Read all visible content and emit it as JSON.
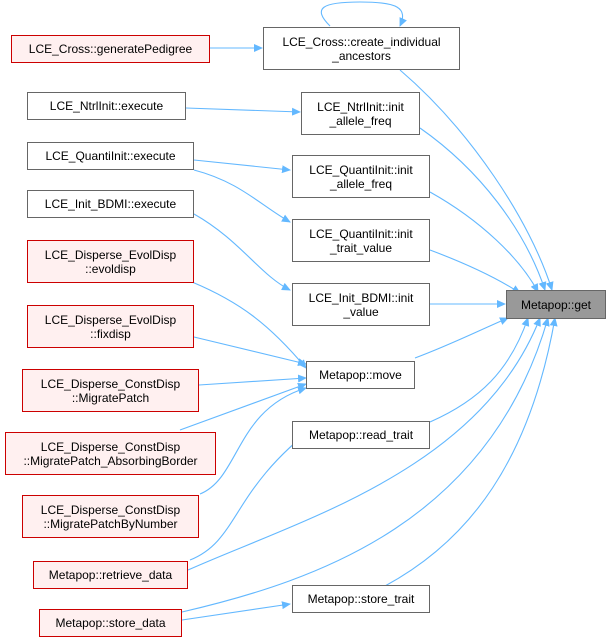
{
  "graph": {
    "edge_color": "#63b8ff",
    "nodes": {
      "get": {
        "lines": [
          "Metapop::get"
        ]
      },
      "create_ancestors": {
        "lines": [
          "LCE_Cross::create_individual",
          "_ancestors"
        ]
      },
      "generate_pedigree": {
        "lines": [
          "LCE_Cross::generatePedigree"
        ]
      },
      "ntrl_execute": {
        "lines": [
          "LCE_NtrlInit::execute"
        ]
      },
      "ntrl_init_allele": {
        "lines": [
          "LCE_NtrlInit::init",
          "_allele_freq"
        ]
      },
      "quanti_execute": {
        "lines": [
          "LCE_QuantiInit::execute"
        ]
      },
      "quanti_init_allele": {
        "lines": [
          "LCE_QuantiInit::init",
          "_allele_freq"
        ]
      },
      "bdmi_execute": {
        "lines": [
          "LCE_Init_BDMI::execute"
        ]
      },
      "quanti_init_trait": {
        "lines": [
          "LCE_QuantiInit::init",
          "_trait_value"
        ]
      },
      "bdmi_init_value": {
        "lines": [
          "LCE_Init_BDMI::init",
          "_value"
        ]
      },
      "evoldisp": {
        "lines": [
          "LCE_Disperse_EvolDisp",
          "::evoldisp"
        ]
      },
      "fixdisp": {
        "lines": [
          "LCE_Disperse_EvolDisp",
          "::fixdisp"
        ]
      },
      "migrate_patch": {
        "lines": [
          "LCE_Disperse_ConstDisp",
          "::MigratePatch"
        ]
      },
      "migrate_absorbing": {
        "lines": [
          "LCE_Disperse_ConstDisp",
          "::MigratePatch_AbsorbingBorder"
        ]
      },
      "migrate_by_number": {
        "lines": [
          "LCE_Disperse_ConstDisp",
          "::MigratePatchByNumber"
        ]
      },
      "move": {
        "lines": [
          "Metapop::move"
        ]
      },
      "read_trait": {
        "lines": [
          "Metapop::read_trait"
        ]
      },
      "retrieve_data": {
        "lines": [
          "Metapop::retrieve_data"
        ]
      },
      "store_data": {
        "lines": [
          "Metapop::store_data"
        ]
      },
      "store_trait": {
        "lines": [
          "Metapop::store_trait"
        ]
      }
    }
  }
}
